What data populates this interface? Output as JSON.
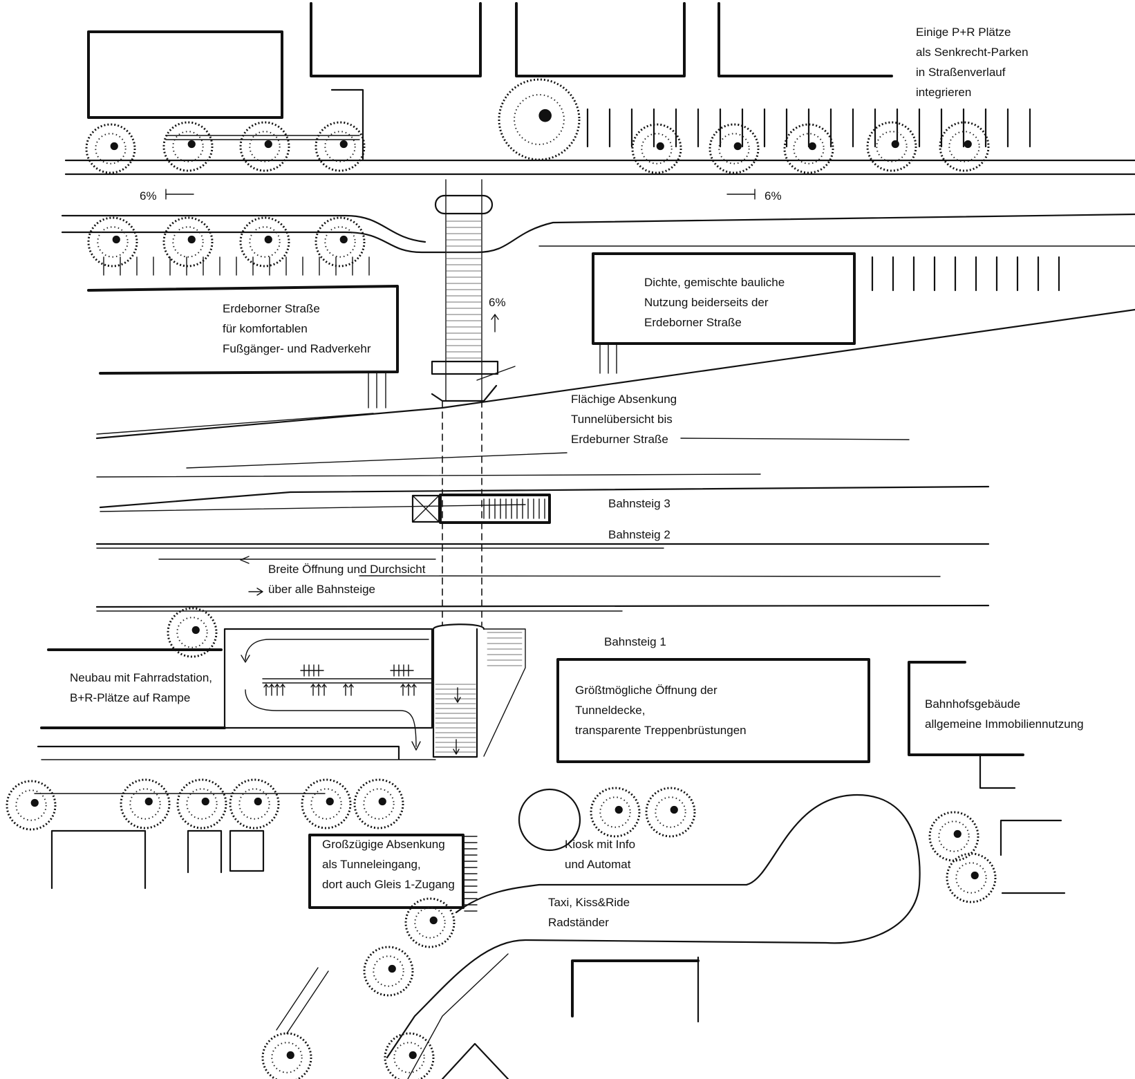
{
  "labels": {
    "pr_parking": [
      "Einige P+R Plätze",
      "als Senkrecht-Parken",
      "in Straßenverlauf",
      "integrieren"
    ],
    "slope_left": "6%",
    "slope_right": "6%",
    "slope_tunnel": "6%",
    "erdeborner": [
      "Erdeborner Straße",
      "für komfortablen",
      "Fußgänger- und Radverkehr"
    ],
    "dense_use": [
      "Dichte, gemischte bauliche",
      "Nutzung beiderseits der",
      "Erdeborner Straße"
    ],
    "flat_lowering": [
      "Flächige Absenkung",
      "Tunnelübersicht bis",
      "Erdeburner Straße"
    ],
    "platform3": "Bahnsteig 3",
    "platform2": "Bahnsteig 2",
    "wide_opening": [
      "Breite Öffnung und Durchsicht",
      "über alle Bahnsteige"
    ],
    "platform1": "Bahnsteig 1",
    "new_building": [
      "Neubau mit Fahrradstation,",
      "B+R-Plätze auf Rampe"
    ],
    "max_opening": [
      "Größtmögliche Öffnung der",
      "Tunneldecke,",
      "transparente Treppenbrüstungen"
    ],
    "station_building": [
      "Bahnhofsgebäude",
      "allgemeine Immobiliennutzung"
    ],
    "generous_lowering": [
      "Großzügige Absenkung",
      "als Tunneleingang,",
      "dort auch Gleis 1-Zugang"
    ],
    "kiosk": [
      "Kiosk mit Info",
      "und Automat"
    ],
    "taxi": [
      "Taxi, Kiss&Ride",
      "Radständer"
    ]
  }
}
